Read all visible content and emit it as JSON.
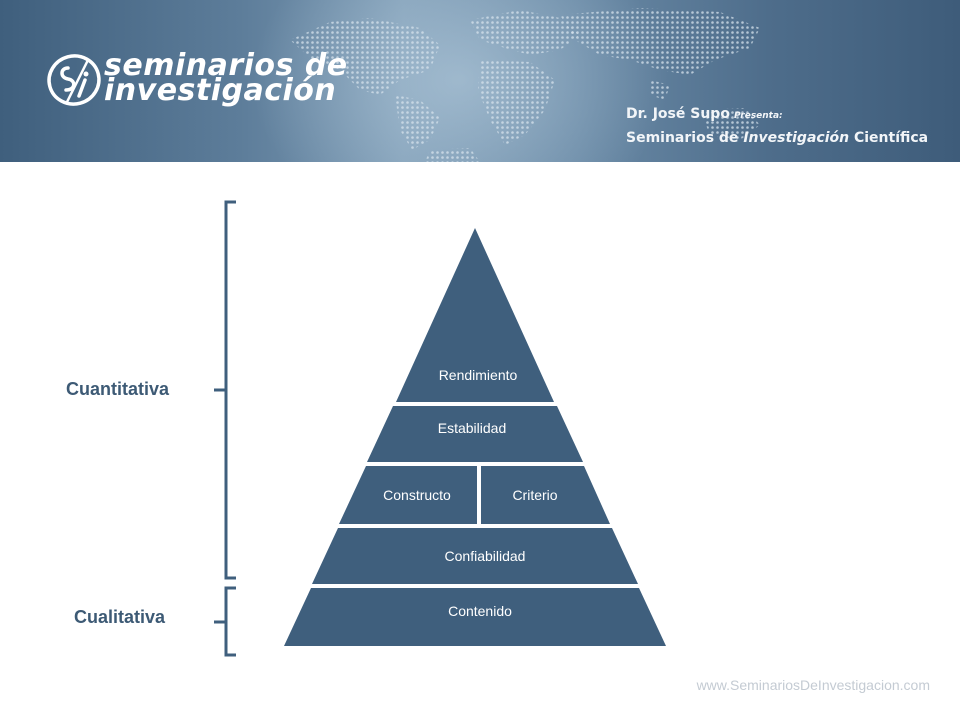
{
  "header": {
    "logo_line1": "seminarios de",
    "logo_line2": "investigación",
    "presenter": "Dr. José Supo",
    "presenter_suffix": "Presenta:",
    "subtitle_pre": "Seminarios de ",
    "subtitle_em": "Investigación",
    "subtitle_post": " Científica"
  },
  "pyramid": {
    "fill_color": "#3f5f7d",
    "levels": {
      "top": "Rendimiento",
      "second": "Estabilidad",
      "third_left": "Constructo",
      "third_right": "Criterio",
      "fourth": "Confiabilidad",
      "base": "Contenido"
    }
  },
  "groups": {
    "upper": "Cuantitativa",
    "lower": "Cualitativa"
  },
  "footer": {
    "url": "www.SeminariosDeInvestigacion.com"
  }
}
